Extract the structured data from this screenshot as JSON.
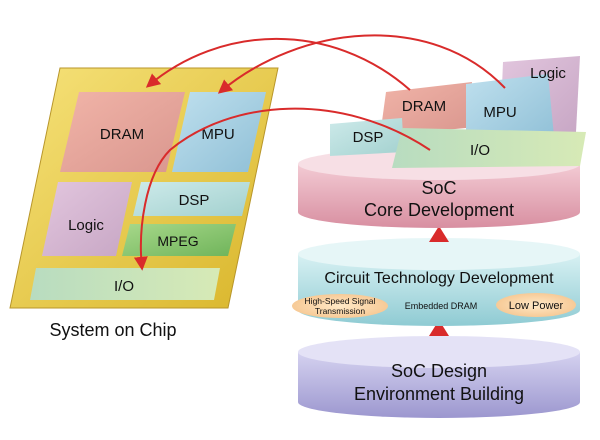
{
  "chip": {
    "caption": "System on Chip",
    "blocks": {
      "dram": "DRAM",
      "mpu": "MPU",
      "dsp": "DSP",
      "logic": "Logic",
      "mpeg": "MPEG",
      "io": "I/O"
    }
  },
  "cores": {
    "logic": "Logic",
    "dram": "DRAM",
    "mpu": "MPU",
    "dsp": "DSP",
    "io": "I/O"
  },
  "tiers": {
    "core": {
      "line1": "SoC",
      "line2": "Core Development"
    },
    "circuit": {
      "title": "Circuit Technology Development",
      "pills": {
        "high_speed_line1": "High-Speed Signal",
        "high_speed_line2": "Transmission",
        "embedded": "Embedded  DRAM",
        "low_power": "Low Power"
      }
    },
    "design": {
      "line1": "SoC Design",
      "line2": "Environment Building"
    }
  },
  "colors": {
    "arrow": "#d92b2b",
    "chip_base": "#e9c93a",
    "core_tier": "#e8a9b8",
    "circuit_tier": "#a9dce3",
    "design_tier": "#b6b2dc"
  }
}
